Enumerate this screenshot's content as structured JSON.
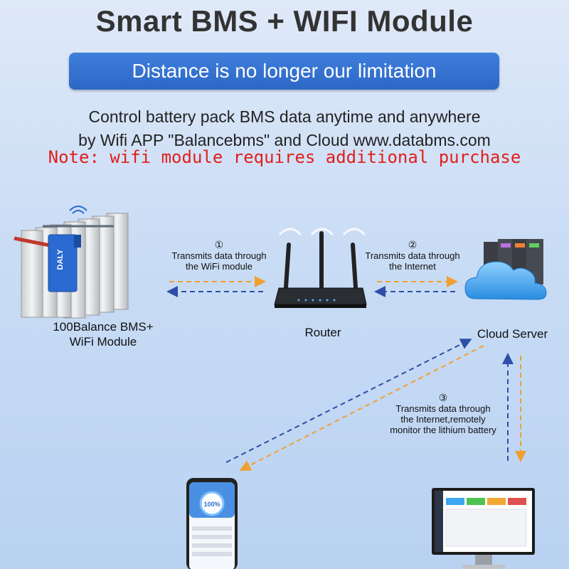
{
  "title": "Smart BMS + WIFI Module",
  "banner": "Distance is no longer our limitation",
  "subtitle_line1": "Control battery pack BMS data anytime and anywhere",
  "subtitle_line2": "by Wifi APP \"Balancebms\" and Cloud www.databms.com",
  "note": "Note: wifi module requires additional purchase",
  "nodes": {
    "bms": {
      "label_line1": "100Balance BMS+",
      "label_line2": "WiFi Module",
      "device_brand": "DALY"
    },
    "router": {
      "label": "Router"
    },
    "cloud": {
      "label": "Cloud Server"
    }
  },
  "steps": [
    {
      "num": "①",
      "text_line1": "Transmits data through",
      "text_line2": "the WiFi module"
    },
    {
      "num": "②",
      "text_line1": "Transmits data through",
      "text_line2": "the Internet"
    },
    {
      "num": "③",
      "text_line1": "Transmits data through",
      "text_line2": "the Internet,remotely",
      "text_line3": "monitor the lithium battery"
    }
  ],
  "phone": {
    "gauge_value": "100%"
  },
  "colors": {
    "orange_arrow": "#f0a030",
    "blue_arrow": "#2e4ea8",
    "banner": "#3574d4",
    "note": "#e0201b"
  }
}
